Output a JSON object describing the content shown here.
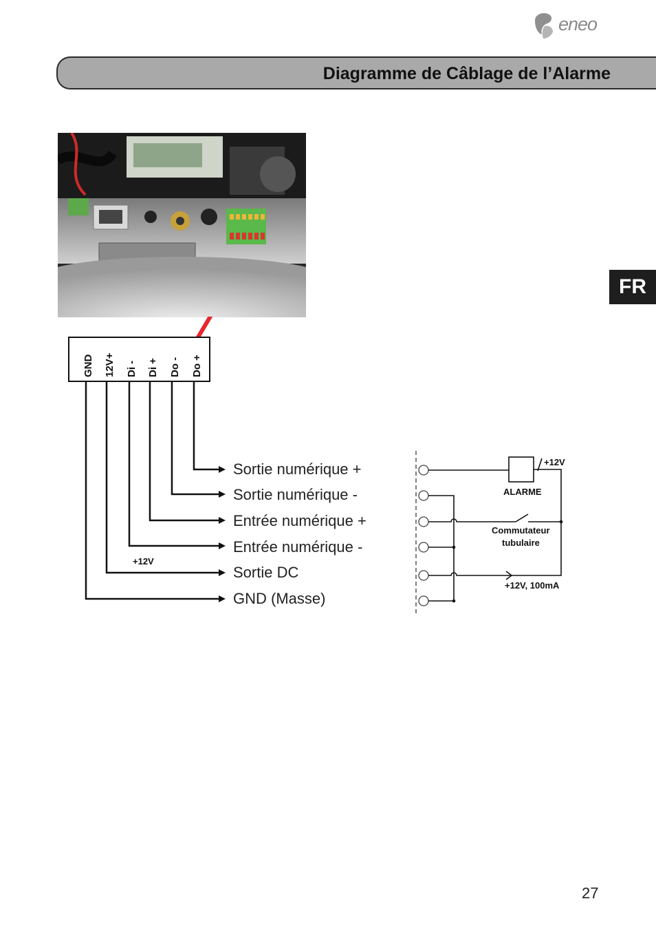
{
  "brand": {
    "name": "eneo"
  },
  "header": {
    "title": "Diagramme de Câblage de l’Alarme"
  },
  "language_tab": {
    "label": "FR"
  },
  "terminal_pins": [
    "GND",
    "12V+",
    "Di -",
    "Di +",
    "Do -",
    "Do +"
  ],
  "wiring_labels": {
    "do_plus": "Sortie numérique +",
    "do_minus": "Sortie numérique -",
    "di_plus": "Entrée numérique +",
    "di_minus": "Entrée numérique -",
    "dc_out": "Sortie DC",
    "gnd": "GND (Masse)",
    "v12": "+12V"
  },
  "circuit": {
    "v12_top": "+12V",
    "alarm": "ALARME",
    "switch_line1": "Commutateur",
    "switch_line2": "tubulaire",
    "v12_100ma": "+12V, 100mA"
  },
  "page": {
    "number": "27"
  },
  "colors": {
    "header_bg": "#a9a9a9",
    "tab_bg": "#1e1e1e",
    "arrow": "#e8262b"
  }
}
